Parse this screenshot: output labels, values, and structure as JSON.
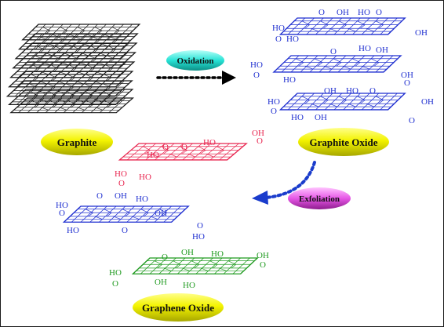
{
  "labels": {
    "graphite": "Graphite",
    "oxidation": "Oxidation",
    "graphite_oxide": "Graphite Oxide",
    "exfoliation": "Exfoliation",
    "graphene_oxide": "Graphene Oxide"
  },
  "groups": {
    "hydroxyl": "HO",
    "hydroxyl_r": "OH",
    "oxygen": "O",
    "carbonyl_o": "O"
  },
  "colors": {
    "graphite": "#1a1a1a",
    "blue_sheet": "#1f2fd0",
    "red_sheet": "#e8244e",
    "green_sheet": "#1f9a1f",
    "label_yellow": "#f3f300",
    "label_cyan": "#27e3d6",
    "label_magenta": "#e657e6",
    "arrow_black": "#000000",
    "arrow_blue": "#1a3ccc"
  },
  "icons": {
    "oxidation_arrow": "dotted-arrow-right-icon",
    "exfoliation_arrow": "dotted-curved-arrow-icon"
  }
}
